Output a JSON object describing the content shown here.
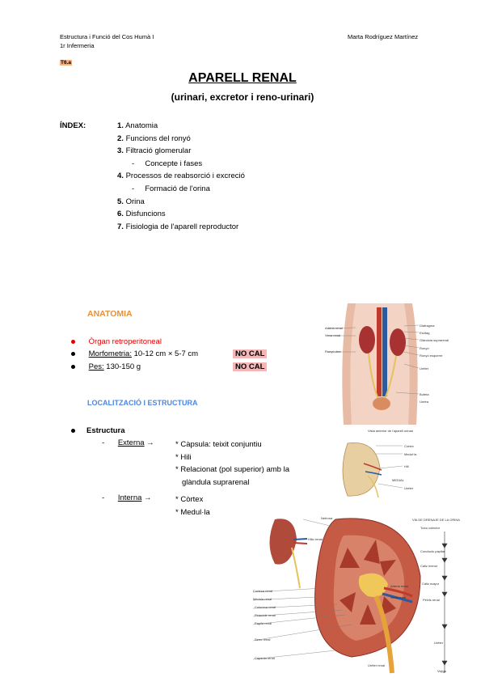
{
  "header": {
    "course": "Estructura i Funció del Cos Humà I",
    "year": "1r Infermeria",
    "author": "Marta Rodríguez Martínez",
    "topic_tag": "T6.a"
  },
  "title": "APARELL RENAL",
  "subtitle": "(urinari, excretor i reno-urinari)",
  "index": {
    "label": "ÍNDEX:",
    "items": [
      {
        "num": "1.",
        "text": "Anatomia"
      },
      {
        "num": "2.",
        "text": "Funcions del ronyó"
      },
      {
        "num": "3.",
        "text": "Filtració glomerular"
      },
      {
        "num": "-",
        "text": "Concepte i fases"
      },
      {
        "num": "4.",
        "text": "Processos de reabsorció i excreció"
      },
      {
        "num": "-",
        "text": "Formació de l'orina"
      },
      {
        "num": "5.",
        "text": "Orina"
      },
      {
        "num": "6.",
        "text": "Disfuncions"
      },
      {
        "num": "7.",
        "text": "Fisiologia de l'aparell reproductor"
      }
    ]
  },
  "anatomy": {
    "heading": "ANATOMIA",
    "bullets": {
      "organ": "Òrgan retroperitoneal",
      "morph_label": "Morfometria:",
      "morph_value": " 10-12 cm × 5-7 cm",
      "weight_label": "Pes:",
      "weight_value": " 130-150 g",
      "nocal": "NO CAL"
    },
    "subheading": "LOCALITZACIÓ I ESTRUCTURA",
    "structure": {
      "label": "Estructura",
      "dash": "-",
      "external_label": "Externa",
      "arrow": "→",
      "external_items": [
        "* Càpsula: teixit conjuntiu",
        "* Hili",
        "* Relacionat (pol superior) amb la",
        "glàndula suprarenal"
      ],
      "internal_label": "Interna",
      "internal_items": [
        "* Còrtex",
        "* Medul·la"
      ]
    }
  },
  "figures": {
    "fig1_labels": [
      "Diafragma",
      "Esòfag",
      "Glàndula suprarenal",
      "Ronyó",
      "Ronyó esquerre",
      "Urèter",
      "Bufeta",
      "Uretra",
      "Artèria renal",
      "Vena renal",
      "Ronyó dret"
    ],
    "fig1_caption": "Vista anterior de l'aparell urinari",
    "fig2_labels": [
      "Còrtex",
      "Medul·la",
      "Hili",
      "Urèter",
      "MEDIAL"
    ],
    "fig3_left_labels": [
      "Nefrona",
      "Hilio renal",
      "Corteza renal",
      "Médula renal",
      "Columna renal",
      "Pirámide renal",
      "Papila renal",
      "Seno renal",
      "Cápsula renal"
    ],
    "fig3_right_labels": [
      "VÍA DE DRENAJE DE LA ORINA",
      "Tubo colector",
      "Conducto papilar",
      "Cáliz menor",
      "Cáliz mayor",
      "Pelvis renal",
      "Uréter",
      "Vejiga"
    ],
    "fig3_bottom_labels": [
      "Arteria renal",
      "Vena renal",
      "Uréter renal"
    ]
  }
}
